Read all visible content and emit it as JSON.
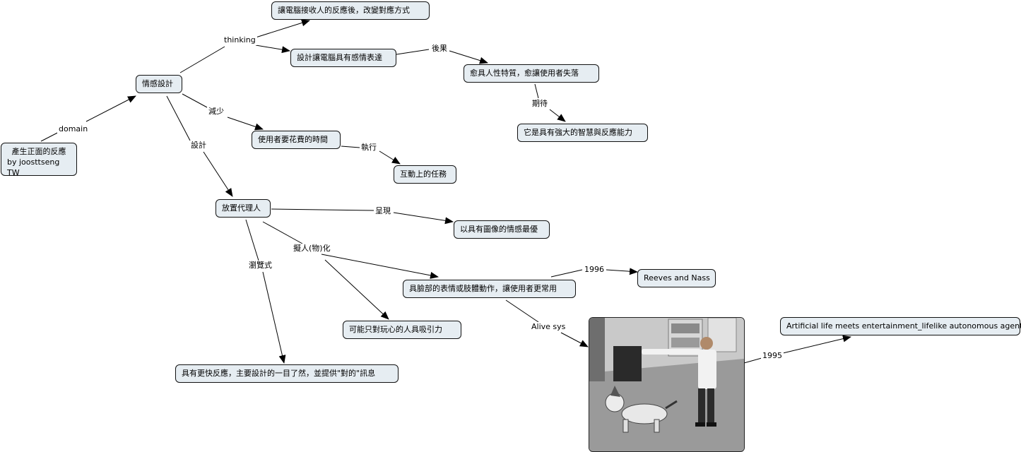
{
  "nodes": {
    "root_line1": "產生正面的反應",
    "root_line2": "by joosttseng TW",
    "emotion_design": "情感設計",
    "computer_change": "讓電腦接收人的反應後，改變對應方式",
    "design_emotion": "設計讓電腦具有感情表達",
    "humanlike": "愈具人性特質，愈讓使用者失落",
    "intelligence": "它是具有強大的智慧與反應能力",
    "user_time": "使用者要花費的時間",
    "interactive_task": "互動上的任務",
    "place_agent": "放置代理人",
    "emotion_image": "以具有圖像的情感最優",
    "facial_expression": "具臉部的表情或肢體動作，讓使用者更常用",
    "reeves_nass": "Reeves and Nass",
    "playful_attract": "可能只對玩心的人具吸引力",
    "faster_response": "具有更快反應，主要設計的一目了然，並提供\"對的\"訊息",
    "artificial_life": "Artificial life meets entertainment_lifelike autonomous agents"
  },
  "links": {
    "domain": "domain",
    "thinking": "thinking",
    "consequence": "後果",
    "expect": "期待",
    "reduce": "減少",
    "execute": "執行",
    "design": "設計",
    "present": "呈現",
    "anthropomorphize": "擬人(物)化",
    "browse": "瀏覽式",
    "year_1996": "1996",
    "alive_sys": "Alive sys",
    "year_1995": "1995"
  },
  "colors": {
    "node_fill": "#e6edf2",
    "line": "#000000"
  }
}
